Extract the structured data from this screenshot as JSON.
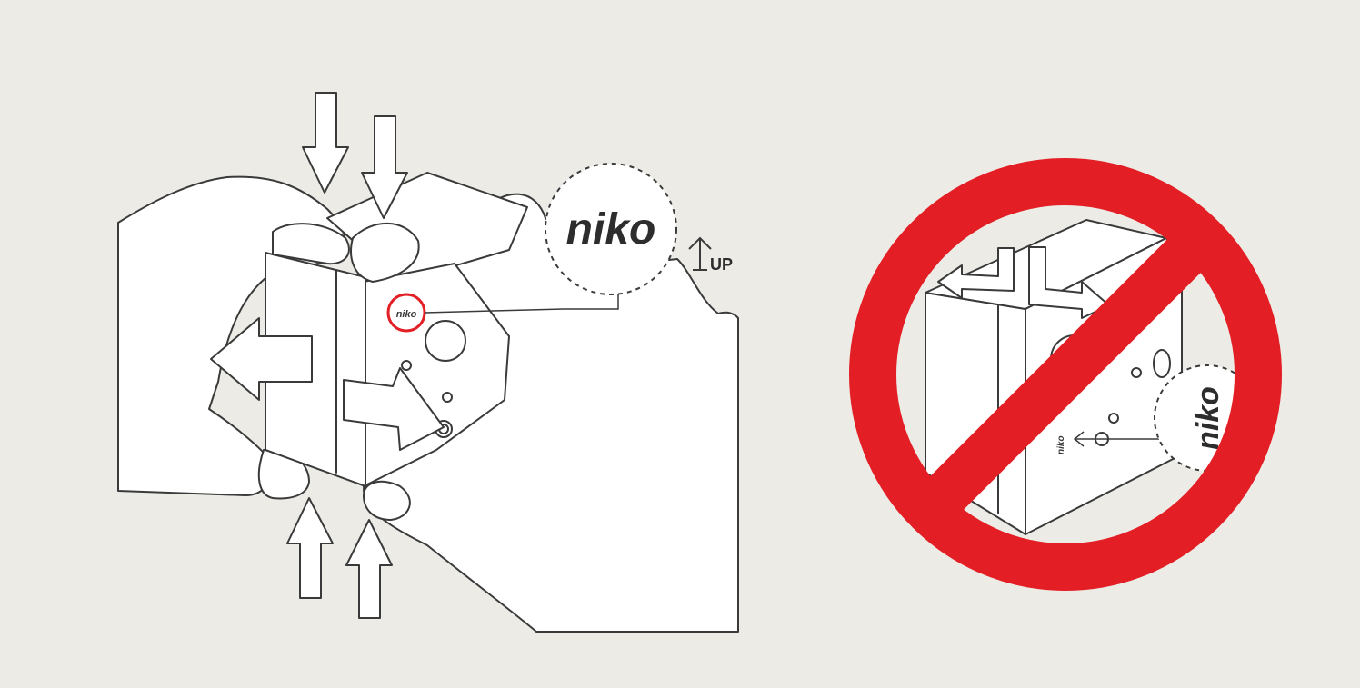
{
  "correct_method": {
    "logo_text": "niko",
    "logo_small_text": "niko",
    "direction_label": "UP"
  },
  "incorrect_method": {
    "logo_text": "niko",
    "logo_small_text": "niko",
    "prohibition_color": "#e31e24"
  },
  "colors": {
    "background": "#ecebe6",
    "line": "#3a3a3a",
    "highlight": "#e31e24"
  },
  "icons": {
    "press_arrows": "arrow-down-icon",
    "lift_arrows": "arrow-up-icon",
    "pull_arrow": "arrow-left-icon",
    "slide_arrow": "arrow-right-icon",
    "up_indicator": "arrow-up-icon",
    "prohibition": "no-sign-icon"
  }
}
